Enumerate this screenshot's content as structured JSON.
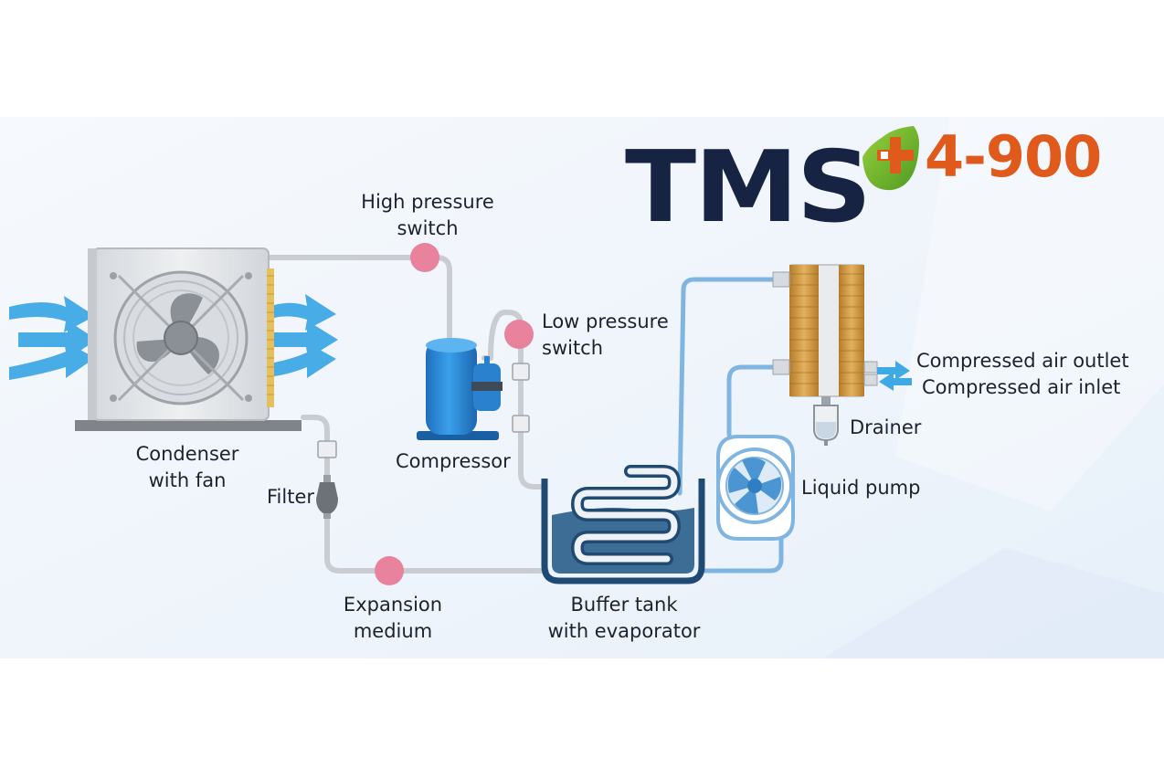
{
  "brand": {
    "name": "TMS",
    "model": "4-900"
  },
  "colors": {
    "pipe_refrigerant": "#c9ccd1",
    "pipe_water": "#7fb5e0",
    "sensor": "#e9839d",
    "compressor": "#2f8ad6",
    "air_arrow": "#3fa9e6",
    "brand_dark": "#172342",
    "brand_orange": "#e05a1c",
    "brand_green": "#6cb32e"
  },
  "labels": {
    "high_pressure_switch": [
      "High pressure",
      "switch"
    ],
    "low_pressure_switch": [
      "Low pressure",
      "switch"
    ],
    "condenser": [
      "Condenser",
      "with fan"
    ],
    "filter": "Filter",
    "compressor": "Compressor",
    "expansion": [
      "Expansion",
      "medium"
    ],
    "buffer_tank": [
      "Buffer tank",
      "with evaporator"
    ],
    "liquid_pump": "Liquid pump",
    "drainer": "Drainer",
    "air_outlet": "Compressed air outlet",
    "air_inlet": "Compressed air inlet"
  },
  "icons": [
    "fan-icon",
    "air-arrow-icon",
    "pressure-switch-icon",
    "compressor-icon",
    "filter-icon",
    "evaporator-coil-icon",
    "pump-icon",
    "heat-exchanger-icon",
    "drainer-icon",
    "brand-leaf-icon"
  ]
}
